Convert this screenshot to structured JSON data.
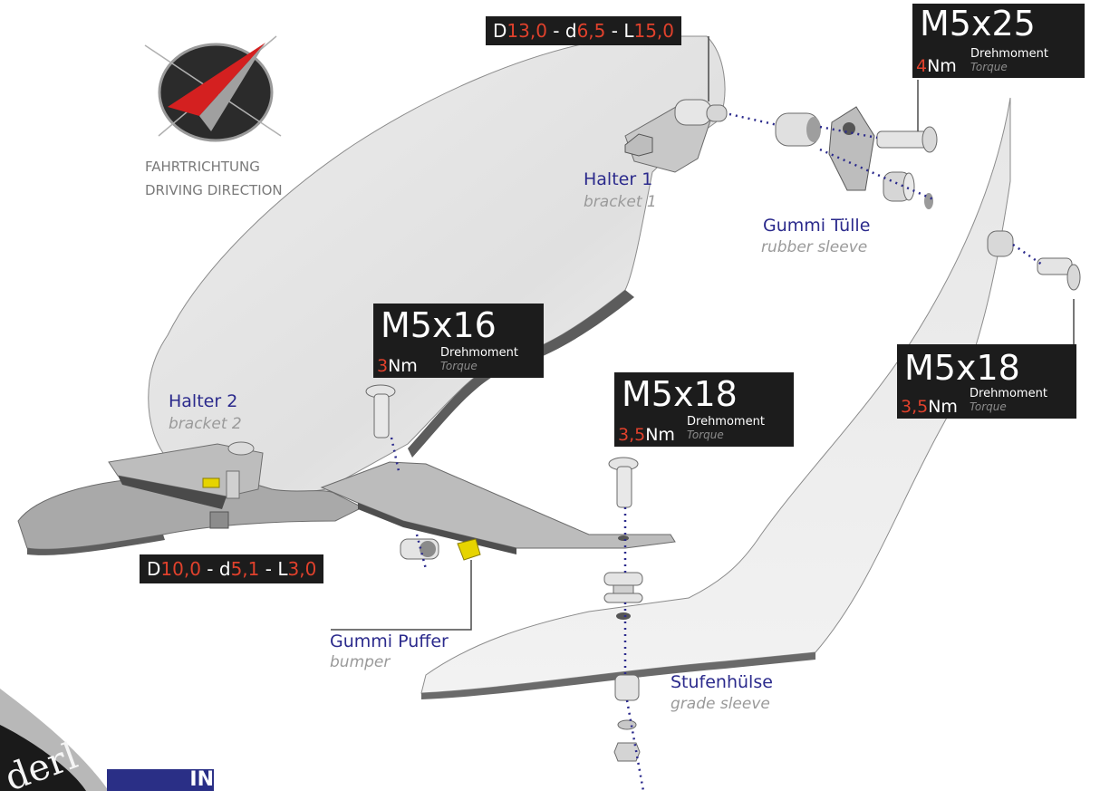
{
  "direction": {
    "line1": "FAHRTRICHTUNG",
    "line2": "DRIVING DIRECTION"
  },
  "dims_top": {
    "D": "D",
    "Dv": "13,0",
    "d": "d",
    "dv": "6,5",
    "L": "L",
    "Lv": "15,0",
    "sep": " - "
  },
  "dims_bottom": {
    "D": "D",
    "Dv": "10,0",
    "d": "d",
    "dv": "5,1",
    "L": "L",
    "Lv": "3,0",
    "sep": " - "
  },
  "bolts": {
    "m5x25": {
      "size": "M5x25",
      "torque": "4",
      "unit": "Nm",
      "de": "Drehmoment",
      "en": "Torque"
    },
    "m5x16": {
      "size": "M5x16",
      "torque": "3",
      "unit": "Nm",
      "de": "Drehmoment",
      "en": "Torque"
    },
    "m5x18_mid": {
      "size": "M5x18",
      "torque": "3,5",
      "unit": "Nm",
      "de": "Drehmoment",
      "en": "Torque"
    },
    "m5x18_right": {
      "size": "M5x18",
      "torque": "3,5",
      "unit": "Nm",
      "de": "Drehmoment",
      "en": "Torque"
    }
  },
  "labels": {
    "halter1": {
      "de": "Halter 1",
      "en": "bracket 1"
    },
    "halter2": {
      "de": "Halter 2",
      "en": "bracket 2"
    },
    "tuelle": {
      "de": "Gummi Tülle",
      "en": "rubber sleeve"
    },
    "puffer": {
      "de": "Gummi Puffer",
      "en": "bumper"
    },
    "stufen": {
      "de": "Stufenhülse",
      "en": "grade sleeve"
    }
  },
  "corner": {
    "brand": "derl",
    "tab": "IN"
  },
  "colors": {
    "label_blue": "#2b2a8c",
    "torque_red": "#e0412c",
    "box_bg": "#1c1c1c",
    "arrow_red": "#d42020"
  }
}
